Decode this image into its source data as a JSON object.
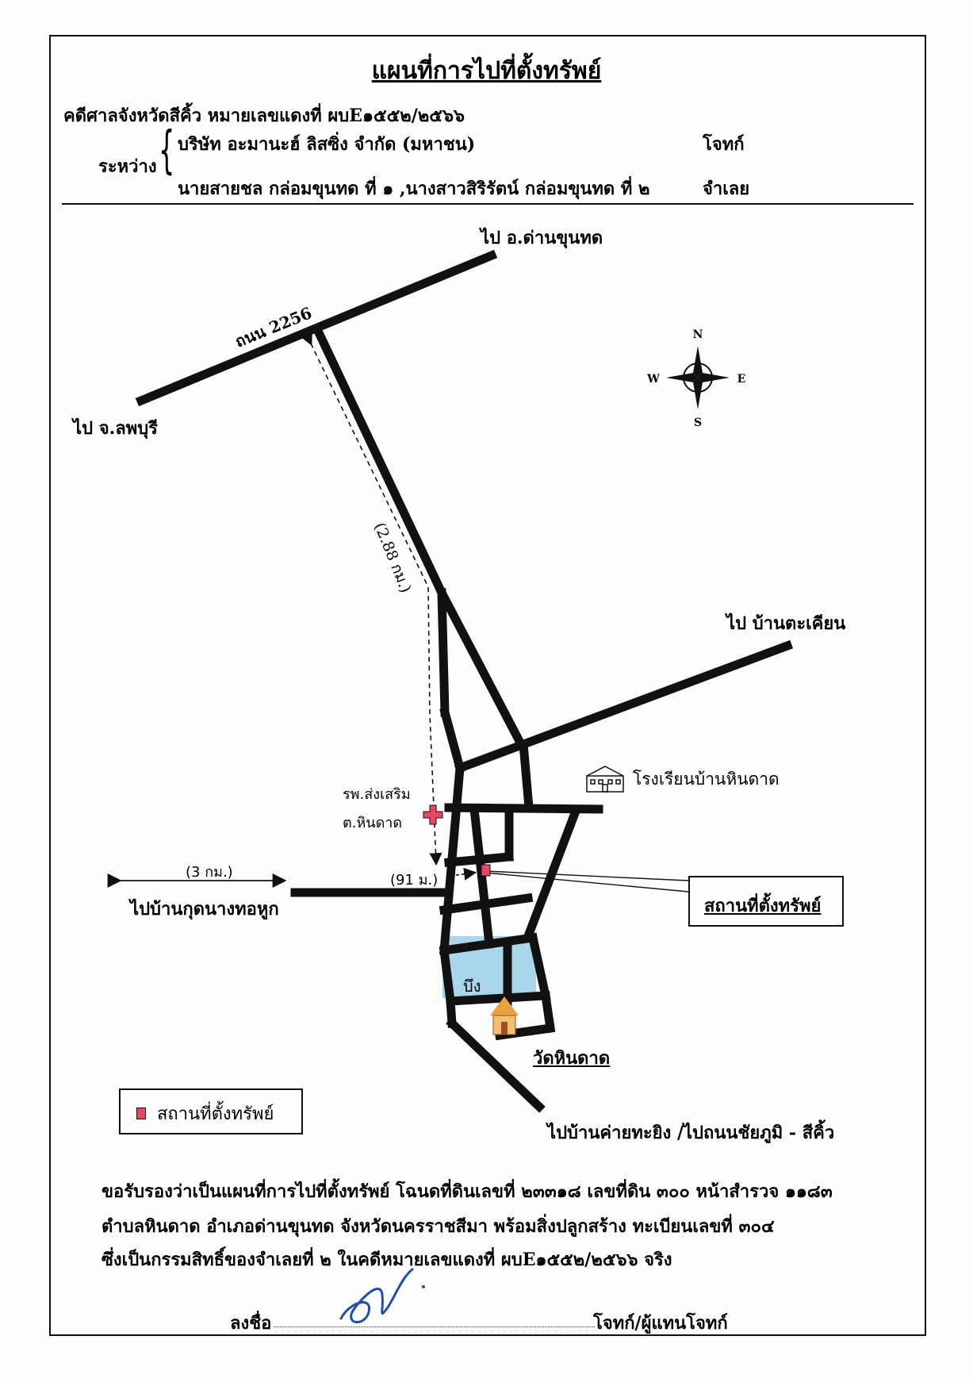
{
  "header": {
    "title": "แผนที่การไปที่ตั้งทรัพย์",
    "case_line": "คดีศาลจังหวัดสีคิ้ว หมายเลขแดงที่  ผบE๑๕๕๒/๒๕๖๖",
    "between_label": "ระหว่าง",
    "party1": "บริษัท อะมานะฮ์ ลิสซิ่ง จำกัด (มหาชน)",
    "party1_role": "โจทก์",
    "party2": "นายสายชล กล่อมขุนทด ที่ ๑ ,นางสาวสิริรัตน์ กล่อมขุนทด ที่ ๒",
    "party2_role": "จำเลย"
  },
  "map": {
    "to_dankhuntod": "ไป อ.ด่านขุนทด",
    "road_name": "ถนน 2256",
    "to_lopburi": "ไป จ.ลพบุรี",
    "distance_main": "(2.88 กม.)",
    "to_ban_takhian": "ไป บ้านตะเคียน",
    "school": "โรงเรียนบ้านหินดาด",
    "hospital_line1": "รพ.ส่งเสริม",
    "hospital_line2": "ต.หินดาด",
    "distance_left": "(3 กม.)",
    "to_ban_kud": "ไปบ้านกุดนางทอหูก",
    "distance_short": "(91 ม.)",
    "property_callout": "สถานที่ตั้งทรัพย์",
    "pond": "บึง",
    "temple": "วัดหินดาด",
    "to_south": "ไปบ้านค่ายทะยิง /ไปถนนชัยภูมิ - สีคิ้ว",
    "compass": {
      "n": "N",
      "s": "S",
      "e": "E",
      "w": "W"
    },
    "legend_label": "สถานที่ตั้งทรัพย์",
    "colors": {
      "property": "#e8475f",
      "pond": "#a9d6ea",
      "hospital": "#e8475f",
      "road": "#111111"
    }
  },
  "certification": {
    "line1": "ขอรับรองว่าเป็นแผนที่การไปที่ตั้งทรัพย์ โฉนดที่ดินเลขที่ ๒๓๓๑๘ เลขที่ดิน ๓๐๐ หน้าสำรวจ ๑๑๘๓",
    "line2": "ตำบลหินดาด อำเภอด่านขุนทด จังหวัดนครราชสีมา พร้อมสิ่งปลูกสร้าง  ทะเบียนเลขที่ ๓๐๔",
    "line3": "ซึ่งเป็นกรรมสิทธิ์ของจำเลยที่ ๒ ในคดีหมายเลขแดงที่ ผบE๑๕๕๒/๒๕๖๖ จริง"
  },
  "signature": {
    "label": "ลงชื่อ",
    "role": "โจทก์/ผู้แทนโจทก์"
  }
}
